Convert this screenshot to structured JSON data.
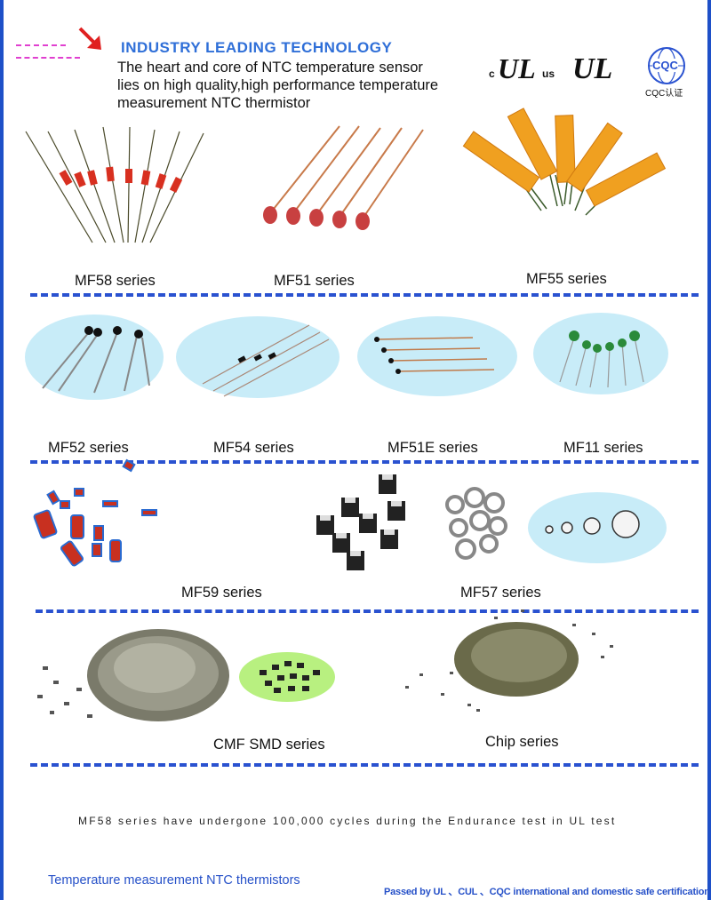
{
  "header": {
    "title": "INDUSTRY LEADING TECHNOLOGY",
    "lines": [
      "The heart and core of NTC temperature sensor",
      "lies on high quality,high performance temperature",
      "measurement NTC thermistor"
    ]
  },
  "certifications": {
    "ul_c": "c",
    "ul_us": "us",
    "cqc_badge": "CQC",
    "cqc_caption": "CQC认证"
  },
  "series": {
    "row1": [
      "MF58 series",
      "MF51 series",
      "MF55 series"
    ],
    "row2": [
      "MF52 series",
      "MF54 series",
      "MF51E series",
      "MF11 series"
    ],
    "row3": [
      "MF59 series",
      "MF57 series"
    ],
    "row4": [
      "CMF SMD series",
      "Chip series"
    ]
  },
  "note": "MF58 series have undergone 100,000 cycles during the Endurance test in UL test",
  "footer": {
    "left": "Temperature measurement NTC thermistors",
    "right": "Passed by UL 、CUL 、CQC international and domestic safe certification"
  },
  "colors": {
    "accent_blue": "#2a52d0",
    "title_blue": "#2f6fd8",
    "pink_dash": "#e040d0",
    "arrow_red": "#e02020",
    "ellipse_blue": "#c8ecf8"
  }
}
